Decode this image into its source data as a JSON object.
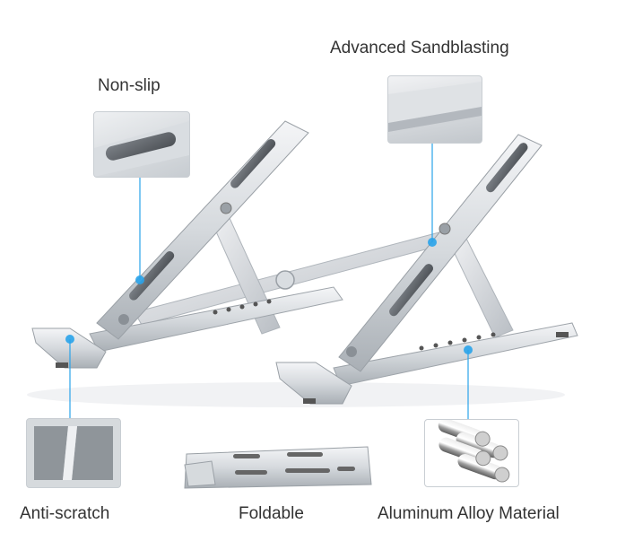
{
  "features": {
    "non_slip": "Non-slip",
    "sandblasting": "Advanced Sandblasting",
    "anti_scratch": "Anti-scratch",
    "foldable": "Foldable",
    "aluminum": "Aluminum Alloy Material"
  },
  "colors": {
    "accent": "#29a3ea",
    "metal_light": "#e9ebee",
    "metal_mid": "#c9cdd2",
    "metal_dark": "#8d9399",
    "pad": "#5a5e63",
    "text": "#333333"
  }
}
